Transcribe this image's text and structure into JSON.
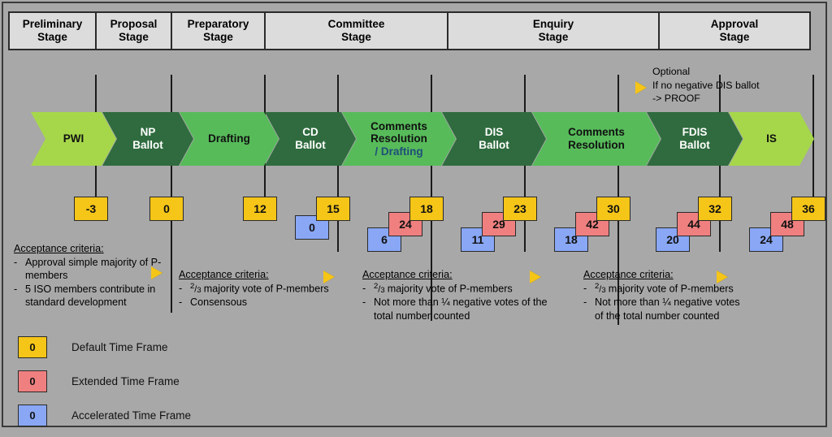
{
  "diagram": {
    "title": "ISO Standards Development Process Timeline",
    "background_color": "#a8a8a8"
  },
  "stages": [
    {
      "name": "preliminary",
      "line1": "Preliminary",
      "line2": "Stage"
    },
    {
      "name": "proposal",
      "line1": "Proposal",
      "line2": "Stage"
    },
    {
      "name": "preparatory",
      "line1": "Preparatory",
      "line2": "Stage"
    },
    {
      "name": "committee",
      "line1": "Committee",
      "line2": "Stage"
    },
    {
      "name": "enquiry",
      "line1": "Enquiry",
      "line2": "Stage"
    },
    {
      "name": "approval",
      "line1": "Approval",
      "line2": "Stage"
    }
  ],
  "phases": [
    {
      "name": "pwi",
      "line1": "PWI",
      "line2": "",
      "sub": "",
      "color": "#a6d74a",
      "text_color": "#111111"
    },
    {
      "name": "np-ballot",
      "line1": "NP",
      "line2": "Ballot",
      "sub": "",
      "color": "#2f6b3e",
      "text_color": "#ffffff"
    },
    {
      "name": "drafting",
      "line1": "Drafting",
      "line2": "",
      "sub": "",
      "color": "#57bb5a",
      "text_color": "#111111"
    },
    {
      "name": "cd-ballot",
      "line1": "CD",
      "line2": "Ballot",
      "sub": "",
      "color": "#2f6b3e",
      "text_color": "#ffffff"
    },
    {
      "name": "comments-resolution-drafting",
      "line1": "Comments",
      "line2": "Resolution",
      "sub": "/ Drafting",
      "color": "#57bb5a",
      "text_color": "#111111"
    },
    {
      "name": "dis-ballot",
      "line1": "DIS",
      "line2": "Ballot",
      "sub": "",
      "color": "#2f6b3e",
      "text_color": "#ffffff"
    },
    {
      "name": "comments-resolution",
      "line1": "Comments",
      "line2": "Resolution",
      "sub": "",
      "color": "#57bb5a",
      "text_color": "#111111"
    },
    {
      "name": "fdis-ballot",
      "line1": "FDIS",
      "line2": "Ballot",
      "sub": "",
      "color": "#2f6b3e",
      "text_color": "#ffffff"
    },
    {
      "name": "is",
      "line1": "IS",
      "line2": "",
      "sub": "",
      "color": "#a6d74a",
      "text_color": "#111111"
    }
  ],
  "milestones": [
    {
      "name": "pwi-start",
      "default": "-3",
      "extended": null,
      "accelerated": null
    },
    {
      "name": "np-ballot",
      "default": "0",
      "extended": null,
      "accelerated": null
    },
    {
      "name": "drafting",
      "default": "12",
      "extended": null,
      "accelerated": null
    },
    {
      "name": "cd-ballot",
      "default": "15",
      "extended": null,
      "accelerated": "0"
    },
    {
      "name": "comments-res",
      "default": "18",
      "extended": "24",
      "accelerated": "6"
    },
    {
      "name": "dis-ballot",
      "default": "23",
      "extended": "29",
      "accelerated": "11"
    },
    {
      "name": "comments-res2",
      "default": "30",
      "extended": "42",
      "accelerated": "18"
    },
    {
      "name": "fdis-ballot",
      "default": "32",
      "extended": "44",
      "accelerated": "20"
    },
    {
      "name": "is-publish",
      "default": "36",
      "extended": "48",
      "accelerated": "24"
    }
  ],
  "optional_note": {
    "line1": "Optional",
    "line2": "If no negative DIS ballot",
    "line3": "-> PROOF"
  },
  "criteria": [
    {
      "name": "criteria-proposal",
      "header": "Acceptance criteria:",
      "items": [
        {
          "dash": "-",
          "text": "Approval simple majority of P-members"
        },
        {
          "dash": "-",
          "text": "5 ISO members contribute in standard development"
        }
      ]
    },
    {
      "name": "criteria-cd",
      "header": "Acceptance criteria:",
      "items": [
        {
          "dash": "-",
          "frac": true,
          "text": "majority vote of P-members"
        },
        {
          "dash": "-",
          "text": "Consensous"
        }
      ]
    },
    {
      "name": "criteria-dis",
      "header": "Acceptance criteria:",
      "items": [
        {
          "dash": "-",
          "frac": true,
          "text": "majority vote of P-members"
        },
        {
          "dash": "-",
          "text": "Not more than ¼ negative votes of the total number counted"
        }
      ]
    },
    {
      "name": "criteria-fdis",
      "header": "Acceptance criteria:",
      "items": [
        {
          "dash": "-",
          "frac": true,
          "text": "majority vote of P-members"
        },
        {
          "dash": "-",
          "text": "Not more than ¼ negative votes of the total number counted"
        }
      ]
    }
  ],
  "legend": {
    "sample_value": "0",
    "items": [
      {
        "name": "default",
        "label": "Default Time Frame",
        "color": "#f5c518"
      },
      {
        "name": "extended",
        "label": "Extended Time Frame",
        "color": "#f08080"
      },
      {
        "name": "accelerated",
        "label": "Accelerated Time Frame",
        "color": "#89a7f5"
      }
    ]
  }
}
